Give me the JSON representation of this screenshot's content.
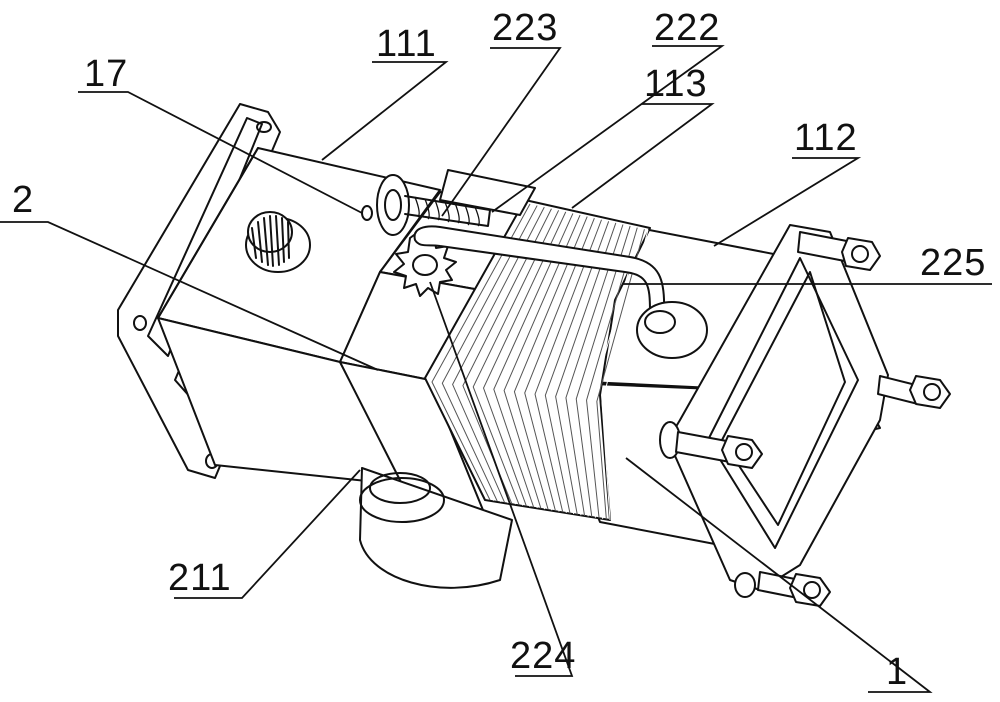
{
  "labels": {
    "l17": "17",
    "l111": "111",
    "l223": "223",
    "l222": "222",
    "l113": "113",
    "l112": "112",
    "l2": "2",
    "l225": "225",
    "l211": "211",
    "l224": "224",
    "l1": "1"
  }
}
